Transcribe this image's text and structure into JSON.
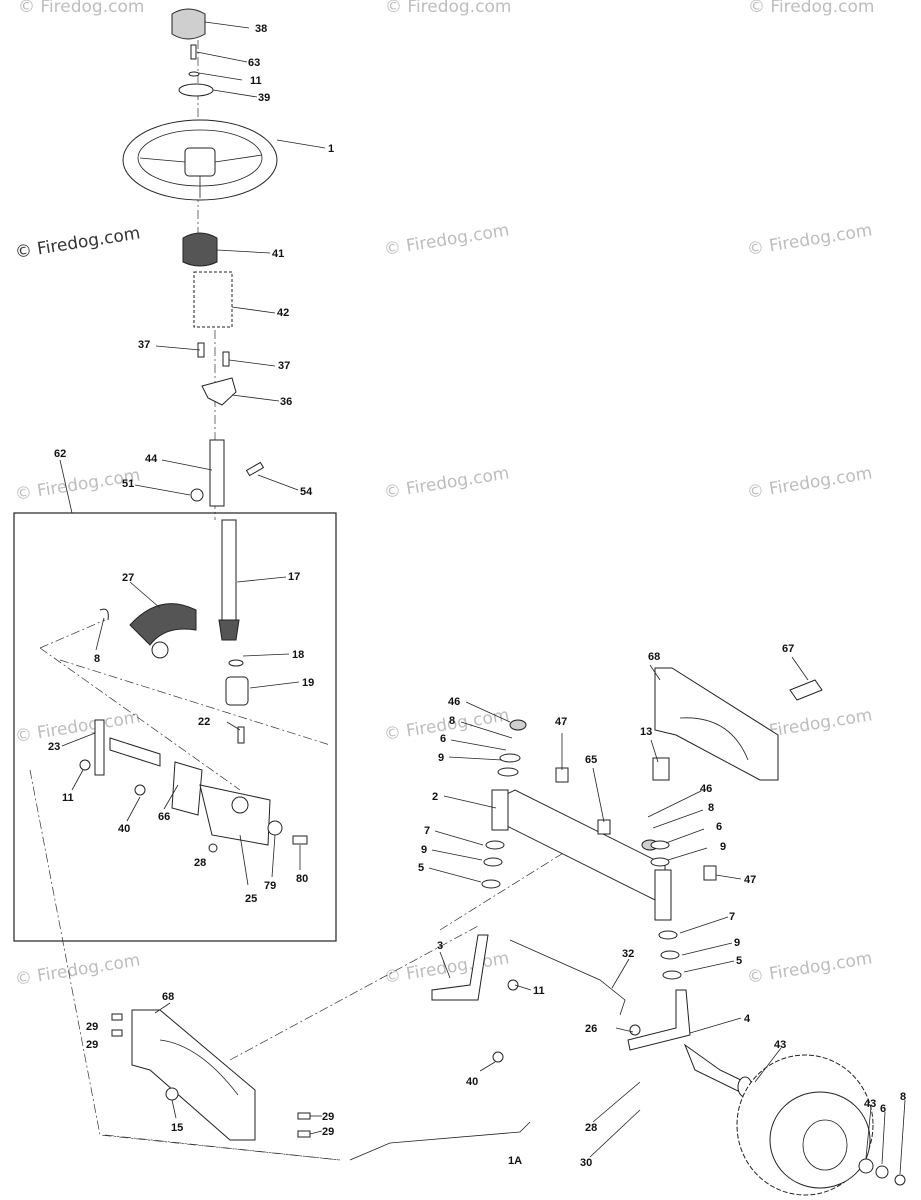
{
  "watermark": "© Firedog.com",
  "callouts": [
    "38",
    "63",
    "11",
    "39",
    "1",
    "41",
    "42",
    "37",
    "37",
    "36",
    "44",
    "51",
    "54",
    "62",
    "27",
    "17",
    "8",
    "18",
    "19",
    "22",
    "23",
    "11",
    "40",
    "66",
    "28",
    "79",
    "80",
    "25",
    "68",
    "67",
    "46",
    "8",
    "6",
    "9",
    "47",
    "65",
    "13",
    "2",
    "46",
    "8",
    "6",
    "9",
    "7",
    "9",
    "5",
    "47",
    "7",
    "9",
    "5",
    "3",
    "32",
    "11",
    "68",
    "29",
    "29",
    "26",
    "4",
    "43",
    "40",
    "15",
    "29",
    "29",
    "28",
    "30",
    "43",
    "6",
    "8",
    "1A"
  ]
}
